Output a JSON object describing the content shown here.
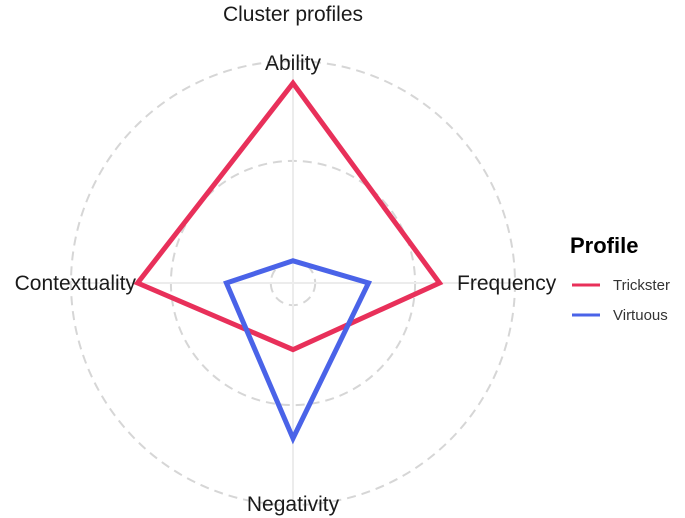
{
  "chart_data": {
    "type": "radar",
    "title": "Cluster profiles",
    "axes": [
      "Ability",
      "Frequency",
      "Negativity",
      "Contextuality"
    ],
    "rings": [
      0.1,
      0.55,
      1.0
    ],
    "grid": true,
    "range": [
      0,
      1
    ],
    "legend": {
      "title": "Profile",
      "placement": "right"
    },
    "series": [
      {
        "name": "Trickster",
        "color": "#e8305a",
        "values": [
          0.9,
          0.66,
          0.3,
          0.7
        ]
      },
      {
        "name": "Virtuous",
        "color": "#4a63e8",
        "values": [
          0.1,
          0.34,
          0.7,
          0.3
        ]
      }
    ]
  }
}
